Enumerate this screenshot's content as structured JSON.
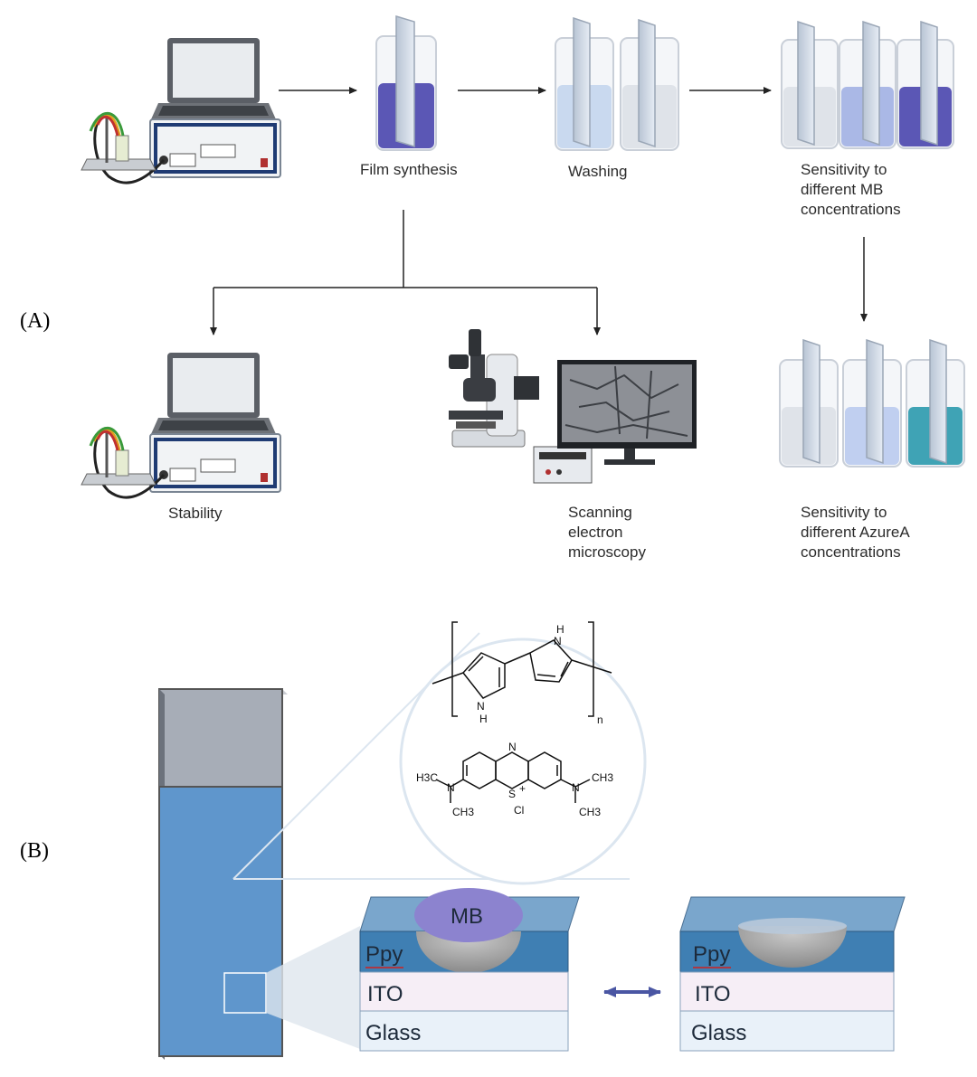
{
  "panel_a": {
    "tag": "(A)",
    "steps": {
      "film_synthesis": "Film synthesis",
      "washing": "Washing",
      "mb_sensitivity": [
        "Sensitivity to",
        "different MB",
        "concentrations"
      ],
      "stability": "Stability",
      "sem": [
        "Scanning",
        "electron",
        "microscopy"
      ],
      "azure_sensitivity": [
        "Sensitivity to",
        "different AzureA",
        "concentrations"
      ]
    }
  },
  "panel_b": {
    "tag": "(B)",
    "left_stack": {
      "mb": "MB",
      "ppy": "Ppy",
      "ito": "ITO",
      "glass": "Glass"
    },
    "right_stack": {
      "ppy": "Ppy",
      "ito": "ITO",
      "glass": "Glass"
    },
    "chem": {
      "nh_top": "H",
      "n_top": "N",
      "nh_bottom": "N",
      "h_bottom": "H",
      "subscript_n": "n",
      "ring_n": "N",
      "ring_s": "S",
      "plus": "+",
      "cl": "Cl",
      "left_h3c": "H3C",
      "left_n": "N",
      "left_ch3": "CH3",
      "right_ch3_top": "CH3",
      "right_n": "N",
      "right_ch3_bottom": "CH3"
    }
  },
  "colors": {
    "solution_dark": "#5b57b5",
    "solution_light": "#c9d9ef",
    "solution_teal": "#3fa3b5",
    "cuvette_blue": "#5f96cc",
    "ppy_blue": "#3f7fb3",
    "ito_pink": "#f6eef6",
    "glass_blue": "#e9f1f9",
    "mb_purple": "#8c83cf",
    "arrow_purple": "#4a56a3"
  }
}
